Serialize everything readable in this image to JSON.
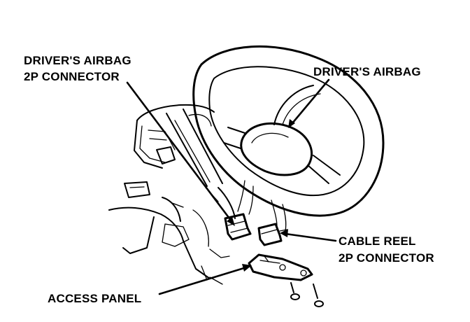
{
  "labels": {
    "drivers_airbag_connector_line1": "DRIVER'S AIRBAG",
    "drivers_airbag_connector_line2": "2P CONNECTOR",
    "drivers_airbag": "DRIVER'S AIRBAG",
    "cable_reel_connector_line1": "CABLE REEL",
    "cable_reel_connector_line2": "2P CONNECTOR",
    "access_panel": "ACCESS PANEL"
  },
  "colors": {
    "ink": "#000000",
    "background": "#ffffff"
  }
}
